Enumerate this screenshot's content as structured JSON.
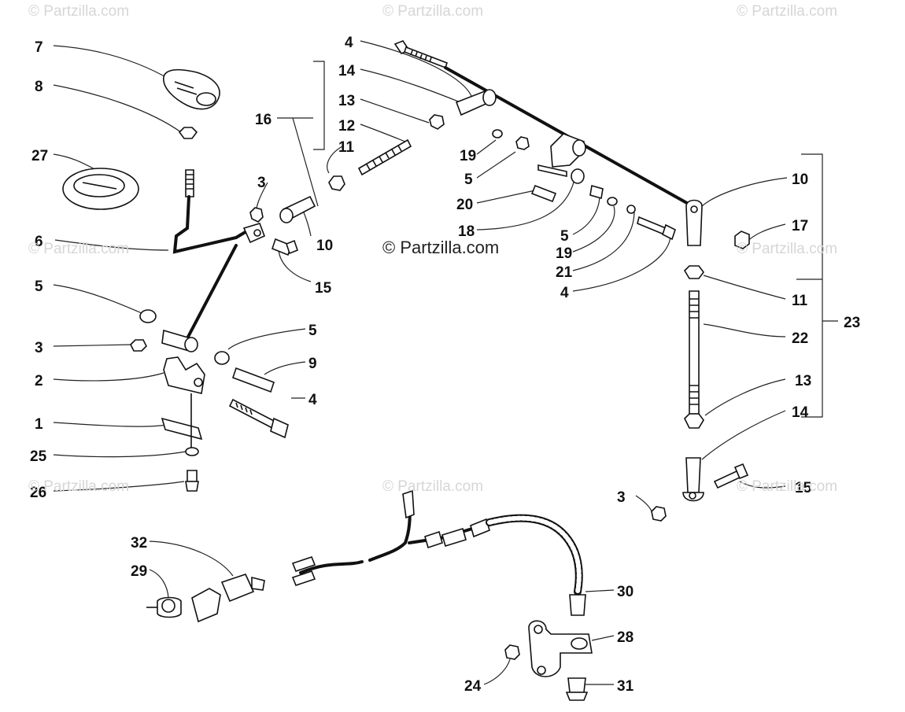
{
  "watermarks": [
    "© Partzilla.com",
    "© Partzilla.com",
    "© Partzilla.com",
    "© Partzilla.com",
    "© Partzilla.com",
    "© Partzilla.com",
    "© Partzilla.com",
    "© Partzilla.com"
  ],
  "center_watermark": "© Partzilla.com",
  "callouts": [
    {
      "id": "7",
      "text": "7"
    },
    {
      "id": "8",
      "text": "8"
    },
    {
      "id": "27",
      "text": "27"
    },
    {
      "id": "6",
      "text": "6"
    },
    {
      "id": "5a",
      "text": "5"
    },
    {
      "id": "3a",
      "text": "3"
    },
    {
      "id": "2",
      "text": "2"
    },
    {
      "id": "1",
      "text": "1"
    },
    {
      "id": "25",
      "text": "25"
    },
    {
      "id": "26",
      "text": "26"
    },
    {
      "id": "4a",
      "text": "4"
    },
    {
      "id": "14a",
      "text": "14"
    },
    {
      "id": "13a",
      "text": "13"
    },
    {
      "id": "12",
      "text": "12"
    },
    {
      "id": "16",
      "text": "16"
    },
    {
      "id": "11a",
      "text": "11"
    },
    {
      "id": "3b",
      "text": "3"
    },
    {
      "id": "10a",
      "text": "10"
    },
    {
      "id": "15a",
      "text": "15"
    },
    {
      "id": "5b",
      "text": "5"
    },
    {
      "id": "9",
      "text": "9"
    },
    {
      "id": "4b",
      "text": "4"
    },
    {
      "id": "19a",
      "text": "19"
    },
    {
      "id": "5c",
      "text": "5"
    },
    {
      "id": "20",
      "text": "20"
    },
    {
      "id": "18",
      "text": "18"
    },
    {
      "id": "5d",
      "text": "5"
    },
    {
      "id": "19b",
      "text": "19"
    },
    {
      "id": "21",
      "text": "21"
    },
    {
      "id": "4c",
      "text": "4"
    },
    {
      "id": "10b",
      "text": "10"
    },
    {
      "id": "17",
      "text": "17"
    },
    {
      "id": "11b",
      "text": "11"
    },
    {
      "id": "23",
      "text": "23"
    },
    {
      "id": "22",
      "text": "22"
    },
    {
      "id": "13b",
      "text": "13"
    },
    {
      "id": "14b",
      "text": "14"
    },
    {
      "id": "3c",
      "text": "3"
    },
    {
      "id": "15b",
      "text": "15"
    },
    {
      "id": "32",
      "text": "32"
    },
    {
      "id": "29",
      "text": "29"
    },
    {
      "id": "30",
      "text": "30"
    },
    {
      "id": "28",
      "text": "28"
    },
    {
      "id": "24",
      "text": "24"
    },
    {
      "id": "31",
      "text": "31"
    }
  ]
}
